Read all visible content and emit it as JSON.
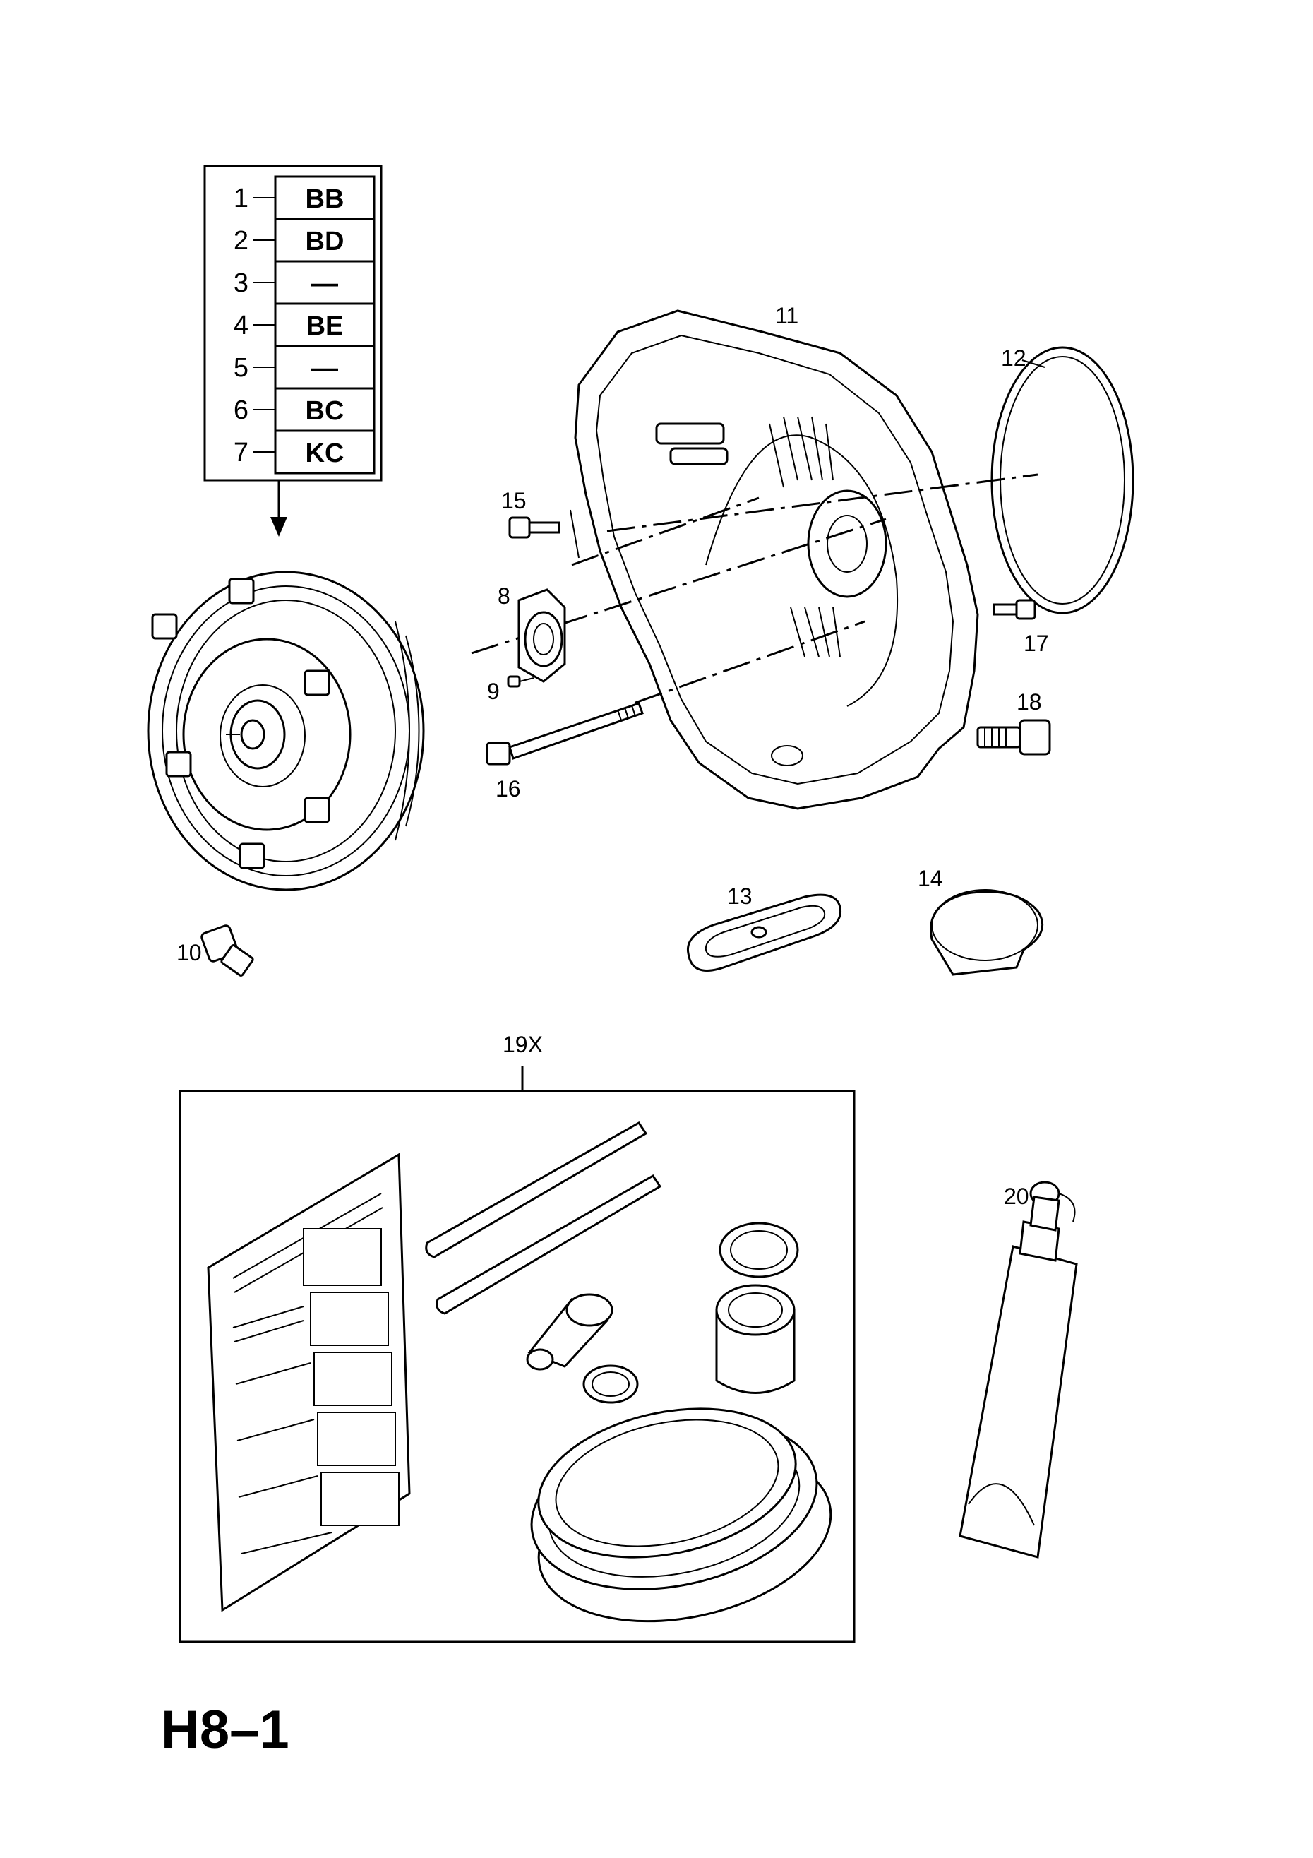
{
  "page_id": "H8–1",
  "variant_table": [
    {
      "num": "1",
      "code": "BB"
    },
    {
      "num": "2",
      "code": "BD"
    },
    {
      "num": "3",
      "code": "—"
    },
    {
      "num": "4",
      "code": "BE"
    },
    {
      "num": "5",
      "code": "—"
    },
    {
      "num": "6",
      "code": "BC"
    },
    {
      "num": "7",
      "code": "KC"
    }
  ],
  "callouts": {
    "p8": "8",
    "p9": "9",
    "p10": "10",
    "p11": "11",
    "p12": "12",
    "p13": "13",
    "p14": "14",
    "p15": "15",
    "p16": "16",
    "p17": "17",
    "p18": "18",
    "p19": "19X",
    "p20": "20"
  }
}
